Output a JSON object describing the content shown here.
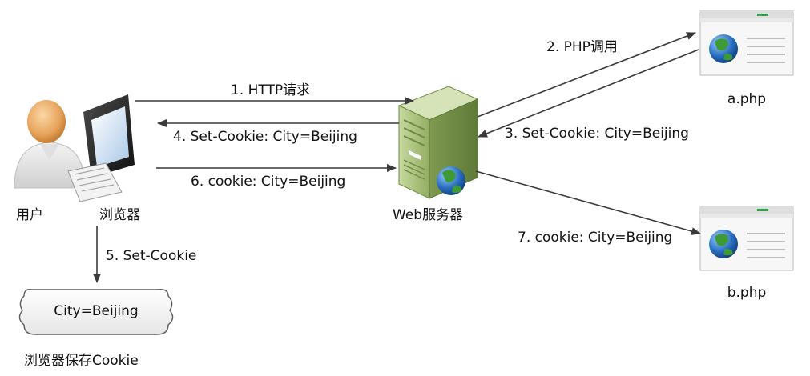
{
  "nodes": {
    "user": "用户",
    "browser": "浏览器",
    "server": "Web服务器",
    "a_php": "a.php",
    "b_php": "b.php",
    "cookie_value": "City=Beijing",
    "cookie_store": "浏览器保存Cookie"
  },
  "edges": {
    "step1": "1. HTTP请求",
    "step2": "2. PHP调用",
    "step3": "3. Set-Cookie: City=Beijing",
    "step4": "4. Set-Cookie: City=Beijing",
    "step5": "5. Set-Cookie",
    "step6": "6. cookie: City=Beijing",
    "step7": "7. cookie: City=Beijing"
  },
  "colors": {
    "arrow": "#3a3a3a",
    "server_body": "#a8c07a",
    "globe_blue": "#2a6fc0",
    "globe_green": "#3d9a35",
    "page_accent": "#2fa14a"
  },
  "icons": {
    "user": "user-icon",
    "browser": "monitor-icon",
    "server": "server-icon",
    "page": "web-page-icon"
  }
}
